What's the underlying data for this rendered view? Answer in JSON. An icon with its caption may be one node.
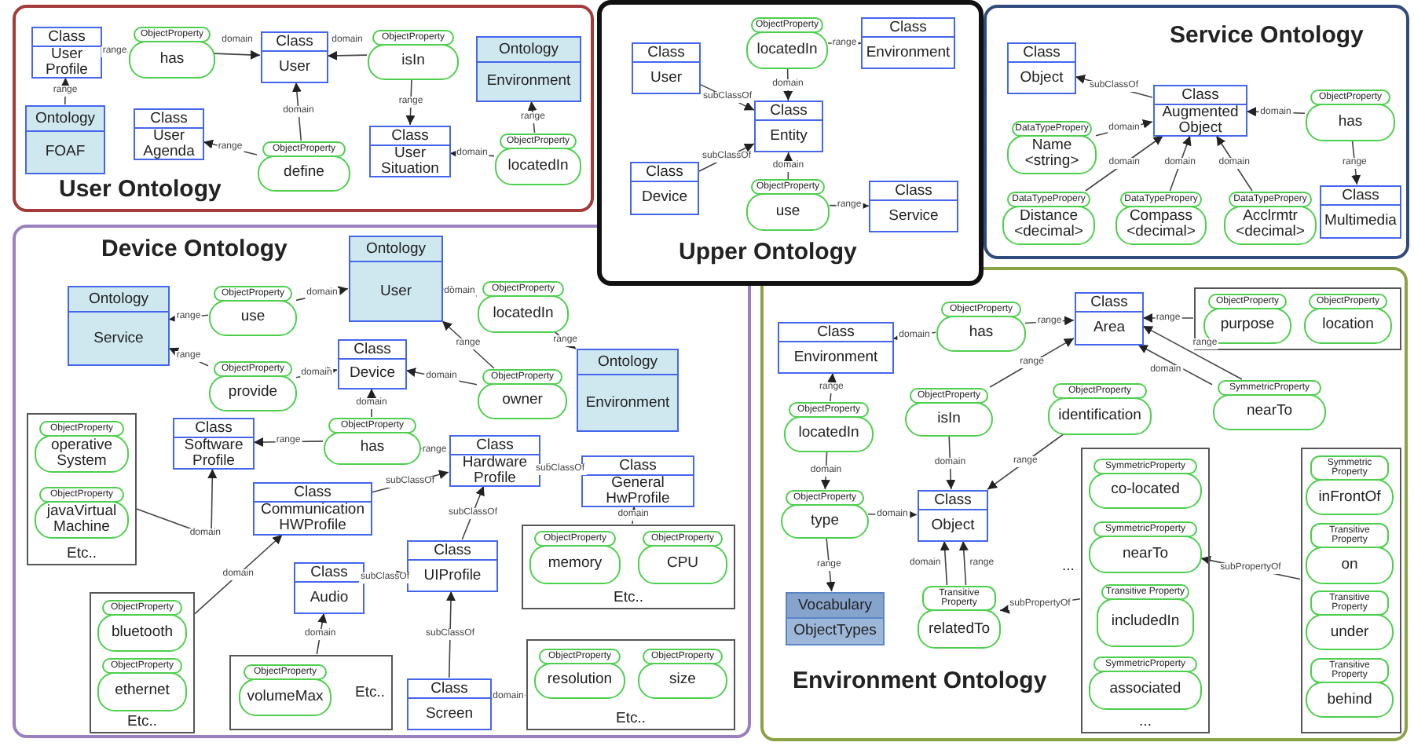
{
  "diagram": {
    "nodes": [
      {
        "text": [
          "User Ontology"
        ]
      },
      {
        "text": [
          "Class",
          "User Profile"
        ],
        "in": 0
      },
      {
        "text": [
          "ObjectProperty",
          "has"
        ],
        "in": 0
      },
      {
        "text": [
          "Class",
          "User"
        ],
        "in": 0
      },
      {
        "text": [
          "ObjectProperty",
          "isIn"
        ],
        "in": 0
      },
      {
        "text": [
          "Ontology",
          "Environment"
        ],
        "in": 0
      },
      {
        "text": [
          "Ontology",
          "FOAF"
        ],
        "in": 0
      },
      {
        "text": [
          "Class",
          "User Agenda"
        ],
        "in": 0
      },
      {
        "text": [
          "ObjectProperty",
          "define"
        ],
        "in": 0
      },
      {
        "text": [
          "Class",
          "User Situation"
        ],
        "in": 0
      },
      {
        "text": [
          "ObjectProperty",
          "locatedIn"
        ],
        "in": 0
      },
      {
        "text": [
          "Upper Ontology"
        ]
      },
      {
        "text": [
          "Class",
          "User"
        ],
        "in": 11
      },
      {
        "text": [
          "ObjectProperty",
          "locatedIn"
        ],
        "in": 11
      },
      {
        "text": [
          "Class",
          "Environment"
        ],
        "in": 11
      },
      {
        "text": [
          "Class",
          "Entity"
        ],
        "in": 11
      },
      {
        "text": [
          "Class",
          "Device"
        ],
        "in": 11
      },
      {
        "text": [
          "ObjectProperty",
          "use"
        ],
        "in": 11
      },
      {
        "text": [
          "Class",
          "Service"
        ],
        "in": 11
      },
      {
        "text": [
          "Service Ontology"
        ]
      },
      {
        "text": [
          "Class",
          "Object"
        ],
        "in": 19
      },
      {
        "text": [
          "Class",
          "Augmented Object"
        ],
        "in": 19
      },
      {
        "text": [
          "ObjectProperty",
          "has"
        ],
        "in": 19
      },
      {
        "text": [
          "DataTypePropery",
          "Name <string>"
        ],
        "in": 19
      },
      {
        "text": [
          "DataTypePropery",
          "Distance <decimal>"
        ],
        "in": 19
      },
      {
        "text": [
          "DataTypePropery",
          "Compass <decimal>"
        ],
        "in": 19
      },
      {
        "text": [
          "DataTypePropery",
          "Acclrmtr <decimal>"
        ],
        "in": 19
      },
      {
        "text": [
          "Class",
          "Multimedia"
        ],
        "in": 19
      },
      {
        "text": [
          "Device Ontology"
        ]
      },
      {
        "text": [
          "Ontology",
          "User"
        ],
        "in": 28
      },
      {
        "text": [
          "Ontology",
          "Service"
        ],
        "in": 28
      },
      {
        "text": [
          "ObjectProperty",
          "use"
        ],
        "in": 28
      },
      {
        "text": [
          "ObjectProperty",
          "locatedIn"
        ],
        "in": 28
      },
      {
        "text": [
          "Class",
          "Device"
        ],
        "in": 28
      },
      {
        "text": [
          "ObjectProperty",
          "provide"
        ],
        "in": 28
      },
      {
        "text": [
          "ObjectProperty",
          "owner"
        ],
        "in": 28
      },
      {
        "text": [
          "Ontology",
          "Environment"
        ],
        "in": 28
      },
      {
        "text": [
          "Etc.."
        ],
        "in": 28
      },
      {
        "text": [
          "ObjectProperty",
          "operative System"
        ],
        "in": 37
      },
      {
        "text": [
          "ObjectProperty",
          "javaVirtual Machine"
        ],
        "in": 37
      },
      {
        "text": [
          "Class",
          "Software Profile"
        ],
        "in": 28
      },
      {
        "text": [
          "ObjectProperty",
          "has"
        ],
        "in": 28
      },
      {
        "text": [
          "Class",
          "Hardware Profile"
        ],
        "in": 28
      },
      {
        "text": [
          "Class",
          "General HwProfile"
        ],
        "in": 28
      },
      {
        "text": [
          "Class",
          "Communication HWProfile"
        ],
        "in": 28
      },
      {
        "text": [
          "Etc.."
        ],
        "in": 28
      },
      {
        "text": [
          "ObjectProperty",
          "memory"
        ],
        "in": 45
      },
      {
        "text": [
          "ObjectProperty",
          "CPU"
        ],
        "in": 45
      },
      {
        "text": [
          "Class",
          "Audio"
        ],
        "in": 28
      },
      {
        "text": [
          "Class",
          "UIProfile"
        ],
        "in": 28
      },
      {
        "text": [
          "Etc.."
        ],
        "in": 28
      },
      {
        "text": [
          "ObjectProperty",
          "bluetooth"
        ],
        "in": 50
      },
      {
        "text": [
          "ObjectProperty",
          "ethernet"
        ],
        "in": 50
      },
      {
        "text": [
          "Etc.."
        ],
        "in": 28
      },
      {
        "text": [
          "ObjectProperty",
          "volumeMax"
        ],
        "in": 53
      },
      {
        "text": [
          "Class",
          "Screen"
        ],
        "in": 28
      },
      {
        "text": [
          "Etc.."
        ],
        "in": 28
      },
      {
        "text": [
          "ObjectProperty",
          "resolution"
        ],
        "in": 56
      },
      {
        "text": [
          "ObjectProperty",
          "size"
        ],
        "in": 56
      },
      {
        "text": [
          "Environment Ontology"
        ]
      },
      {
        "text": [
          "Class",
          "Environment"
        ],
        "in": 59
      },
      {
        "text": [
          "ObjectProperty",
          "has"
        ],
        "in": 59
      },
      {
        "text": [
          "Class",
          "Area"
        ],
        "in": 59
      },
      {
        "text": [],
        "shape": "box",
        "in": 59
      },
      {
        "text": [
          "ObjectProperty",
          "purpose"
        ],
        "in": 63
      },
      {
        "text": [
          "ObjectProperty",
          "location"
        ],
        "in": 63
      },
      {
        "text": [
          "ObjectProperty",
          "locatedIn"
        ],
        "in": 59
      },
      {
        "text": [
          "ObjectProperty",
          "isIn"
        ],
        "in": 59
      },
      {
        "text": [
          "ObjectProperty",
          "identification"
        ],
        "in": 59
      },
      {
        "text": [
          "SymmetricProperty",
          "nearTo"
        ],
        "in": 59
      },
      {
        "text": [
          "ObjectProperty",
          "type"
        ],
        "in": 59
      },
      {
        "text": [
          "Class",
          "Object"
        ],
        "in": 59
      },
      {
        "text": [
          "Vocabulary",
          "ObjectTypes"
        ],
        "in": 59
      },
      {
        "text": [
          "Transitive Property",
          "relatedTo"
        ],
        "in": 59
      },
      {
        "text": [
          "..."
        ],
        "in": 59
      },
      {
        "text": [
          "SymmetricProperty",
          "co-located"
        ],
        "in": 74
      },
      {
        "text": [
          "SymmetricProperty",
          "nearTo"
        ],
        "in": 74
      },
      {
        "text": [
          "Transitive Property",
          "includedIn"
        ],
        "in": 74
      },
      {
        "text": [
          "SymmetricProperty",
          "associated"
        ],
        "in": 74
      },
      {
        "text": [],
        "shape": "box",
        "in": 59
      },
      {
        "text": [
          "Symmetric Property",
          "inFrontOf"
        ],
        "in": 79
      },
      {
        "text": [
          "Transitive Property",
          "on"
        ],
        "in": 79
      },
      {
        "text": [
          "Transitive Property",
          "under"
        ],
        "in": 79
      },
      {
        "text": [
          "Transitive Property",
          "behind"
        ],
        "in": 79
      }
    ],
    "edges": [
      {
        "from": 2,
        "to": 1,
        "arrow": "to",
        "label": "range"
      },
      {
        "from": 2,
        "to": 3,
        "arrow": "to",
        "label": "domain"
      },
      {
        "from": 4,
        "to": 3,
        "arrow": "to",
        "label": "domain"
      },
      {
        "from": 4,
        "to": 9,
        "arrow": "to",
        "label": "range"
      },
      {
        "from": 8,
        "to": 3,
        "arrow": "to",
        "label": "domain"
      },
      {
        "from": 8,
        "to": 7,
        "arrow": "to",
        "label": "range"
      },
      {
        "from": 10,
        "to": 9,
        "arrow": "to",
        "label": "domain"
      },
      {
        "from": 10,
        "to": 5,
        "arrow": "to",
        "label": "range"
      },
      {
        "from": 6,
        "to": 1,
        "arrow": "to",
        "label": "range"
      },
      {
        "from": 12,
        "to": 15,
        "arrow": "to",
        "label": "subClassOf"
      },
      {
        "from": 16,
        "to": 15,
        "arrow": "to",
        "label": "subClassOf"
      },
      {
        "from": 13,
        "to": 15,
        "arrow": "to",
        "label": "domain"
      },
      {
        "from": 13,
        "to": 14,
        "arrow": "to",
        "label": "range"
      },
      {
        "from": 17,
        "to": 15,
        "arrow": "to",
        "label": "domain"
      },
      {
        "from": 17,
        "to": 18,
        "arrow": "to",
        "label": "range"
      },
      {
        "from": 21,
        "to": 20,
        "arrow": "to",
        "label": "subClassOf"
      },
      {
        "from": 22,
        "to": 21,
        "arrow": "to",
        "label": "domain"
      },
      {
        "from": 22,
        "to": 27,
        "arrow": "to",
        "label": "range"
      },
      {
        "from": 23,
        "to": 21,
        "arrow": "to",
        "label": "domain"
      },
      {
        "from": 24,
        "to": 21,
        "arrow": "to",
        "label": "domain"
      },
      {
        "from": 25,
        "to": 21,
        "arrow": "to",
        "label": "domain"
      },
      {
        "from": 26,
        "to": 21,
        "arrow": "to",
        "label": "domain"
      },
      {
        "from": 31,
        "to": 29,
        "arrow": "to",
        "label": "domain"
      },
      {
        "from": 31,
        "to": 30,
        "arrow": "to",
        "label": "range"
      },
      {
        "from": 32,
        "to": 29,
        "arrow": "to",
        "label": "domain"
      },
      {
        "from": 32,
        "to": 36,
        "arrow": "to",
        "label": "range"
      },
      {
        "from": 34,
        "to": 33,
        "arrow": "to",
        "label": "domain"
      },
      {
        "from": 34,
        "to": 30,
        "arrow": "to",
        "label": "range"
      },
      {
        "from": 35,
        "to": 33,
        "arrow": "to",
        "label": "domain"
      },
      {
        "from": 35,
        "to": 29,
        "arrow": "to",
        "label": "range"
      },
      {
        "from": 41,
        "to": 33,
        "arrow": "to",
        "label": "domain"
      },
      {
        "from": 41,
        "to": 40,
        "arrow": "to",
        "label": "range"
      },
      {
        "from": 41,
        "to": 42,
        "arrow": "to",
        "label": "range"
      },
      {
        "from": 43,
        "to": 42,
        "arrow": "to",
        "label": "subClassOf"
      },
      {
        "from": 44,
        "to": 42,
        "arrow": "to",
        "label": "subClassOf"
      },
      {
        "from": 49,
        "to": 42,
        "arrow": "to",
        "label": "subClassOf"
      },
      {
        "from": 48,
        "to": 49,
        "arrow": "to",
        "label": "subClassOf"
      },
      {
        "from": 55,
        "to": 49,
        "arrow": "to",
        "label": "subClassOf"
      },
      {
        "from": 37,
        "to": 40,
        "arrow": "to",
        "label": "domain"
      },
      {
        "from": 50,
        "to": 44,
        "arrow": "to",
        "label": "domain"
      },
      {
        "from": 53,
        "to": 48,
        "arrow": "to",
        "label": "domain"
      },
      {
        "from": 45,
        "to": 43,
        "arrow": "to",
        "label": "domain"
      },
      {
        "from": 56,
        "to": 55,
        "arrow": "none",
        "label": "domain"
      },
      {
        "from": 61,
        "to": 60,
        "arrow": "to",
        "label": "domain"
      },
      {
        "from": 61,
        "to": 62,
        "arrow": "to",
        "label": "range"
      },
      {
        "from": 63,
        "to": 62,
        "arrow": "to",
        "label": "range"
      },
      {
        "from": 67,
        "to": 62,
        "arrow": "to",
        "label": "range"
      },
      {
        "from": 67,
        "to": 71,
        "arrow": "to",
        "label": "domain"
      },
      {
        "from": 69,
        "to": 62,
        "arrow": "to",
        "label": "domain"
      },
      {
        "from": 69,
        "to": 62,
        "arrow": "to",
        "label": "range"
      },
      {
        "from": 68,
        "to": 71,
        "arrow": "to",
        "label": "range"
      },
      {
        "from": 66,
        "to": 60,
        "arrow": "to",
        "label": "range"
      },
      {
        "from": 66,
        "to": 70,
        "arrow": "to",
        "label": "domain"
      },
      {
        "from": 70,
        "to": 71,
        "arrow": "to",
        "label": "domain"
      },
      {
        "from": 70,
        "to": 72,
        "arrow": "to",
        "label": "range"
      },
      {
        "from": 73,
        "to": 71,
        "arrow": "to",
        "label": "domain"
      },
      {
        "from": 73,
        "to": 71,
        "arrow": "to",
        "label": "range"
      },
      {
        "from": 74,
        "to": 73,
        "arrow": "to",
        "label": "subPropertyOf"
      },
      {
        "from": 79,
        "to": 76,
        "arrow": "to",
        "label": "subPropertyOf"
      }
    ],
    "labels": [
      "..."
    ]
  }
}
